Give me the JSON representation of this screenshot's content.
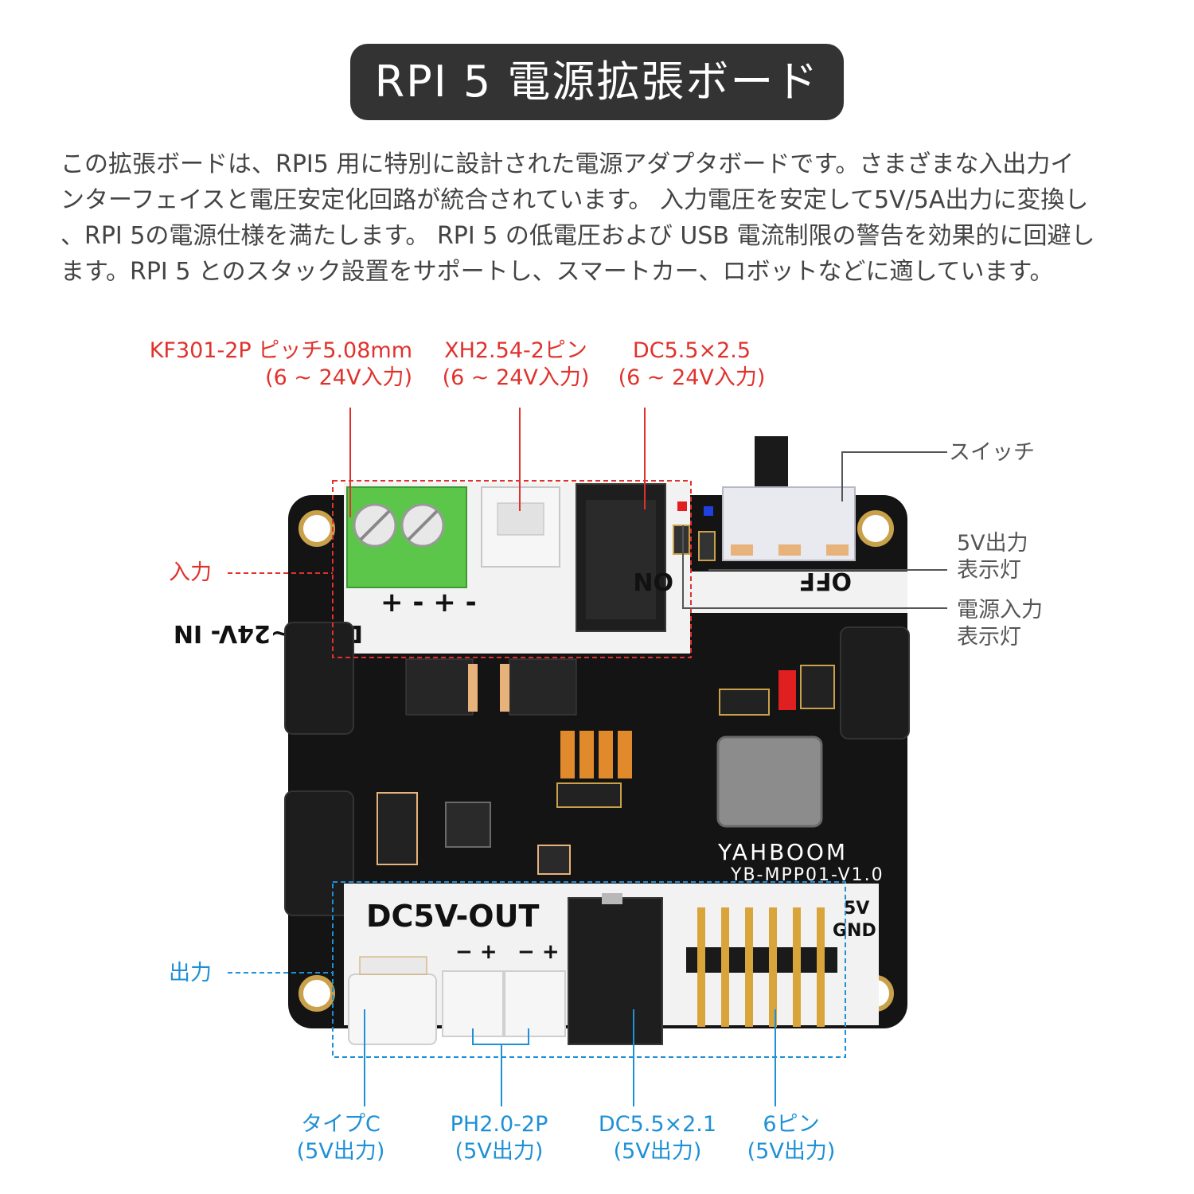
{
  "title": "RPI 5 電源拡張ボード",
  "description": [
    "この拡張ボードは、RPI5 用に特別に設計された電源アダプタボードです。さまざまな入出力イ",
    "ンターフェイスと電圧安定化回路が統合されています。 入力電圧を安定して5V/5A出力に変換し",
    "、RPI 5の電源仕様を満たします。 RPI 5 の低電圧および USB 電流制限の警告を効果的に回避し",
    "ます。RPI 5 とのスタック設置をサポートし、スマートカー、ロボットなどに適しています。"
  ],
  "inputs": {
    "terminal": {
      "name": "KF301-2P ピッチ5.08mm",
      "range": "(6 ~ 24V入力)"
    },
    "xh": {
      "name": "XH2.54-2ピン",
      "range": "(6 ~ 24V入力)"
    },
    "dc": {
      "name": "DC5.5×2.5",
      "range": "(6 ~ 24V入力)"
    },
    "group_label": "入力"
  },
  "side_labels": {
    "switch": "スイッチ",
    "out_led_line1": "5V出力",
    "out_led_line2": "表示灯",
    "in_led_line1": "電源入力",
    "in_led_line2": "表示灯"
  },
  "outputs": {
    "group_label": "出力",
    "typec": {
      "name": "タイプC",
      "spec": "(5V出力)"
    },
    "ph": {
      "name": "PH2.0-2P",
      "spec": "(5V出力)"
    },
    "dc": {
      "name": "DC5.5×2.1",
      "spec": "(5V出力)"
    },
    "pins": {
      "name": "6ピン",
      "spec": "(5V出力)"
    }
  },
  "silkscreen": {
    "in_label": "DC6V~24V- IN",
    "out_label": "DC5V-OUT",
    "on": "ON",
    "off": "OFF",
    "brand": "YAHBOOM",
    "model": "YB-MPP01-V1.0",
    "pin_5v": "5V",
    "pin_gnd": "GND",
    "plus_minus": "− +"
  },
  "colors": {
    "input_red": "#e0322c",
    "output_blue": "#1e90d6",
    "pcb_black": "#141414",
    "terminal_green": "#5cc64a"
  }
}
